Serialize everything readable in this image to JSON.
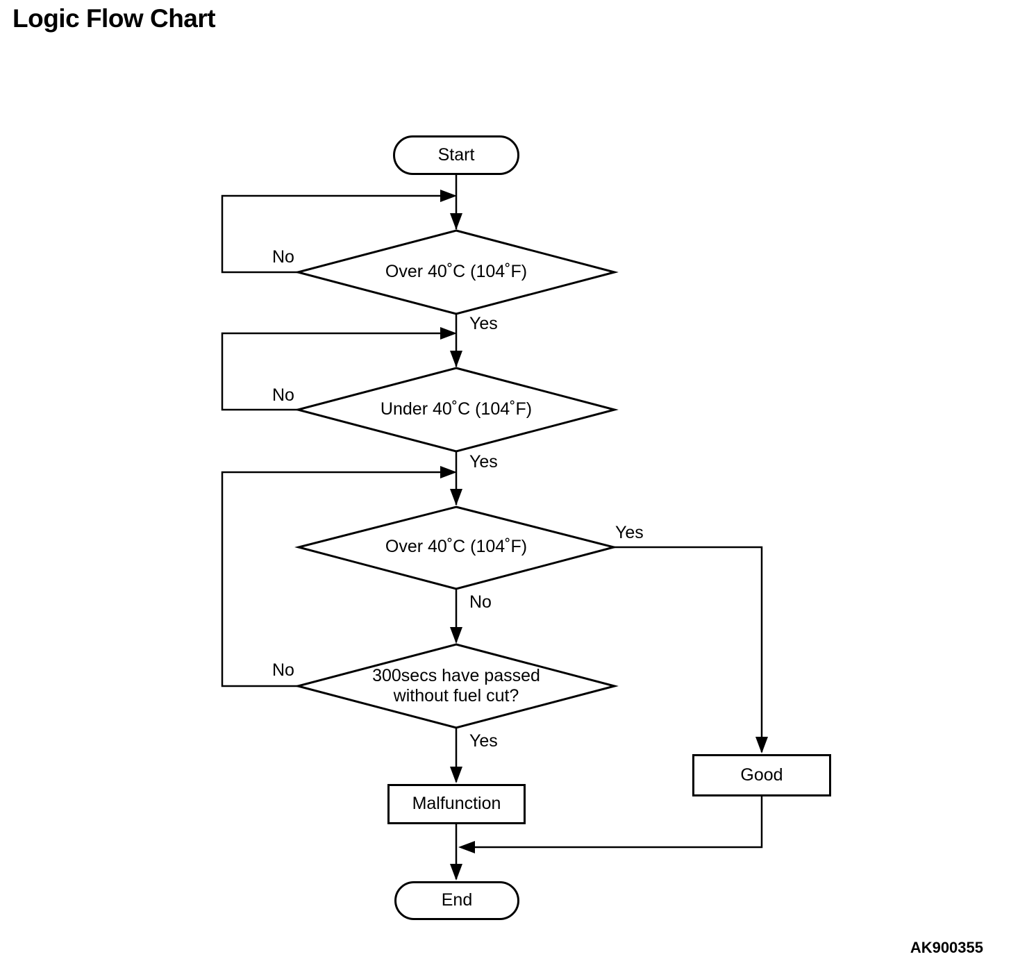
{
  "page": {
    "title": "Logic Flow Chart",
    "figure_code": "AK900355",
    "colors": {
      "background": "#ffffff",
      "line": "#000000",
      "text": "#000000"
    }
  },
  "flowchart": {
    "nodes": {
      "start": {
        "type": "terminator",
        "label": "Start"
      },
      "decision_warmup": {
        "type": "decision",
        "label": "Over 40˚C (104˚F)"
      },
      "decision_cooldown": {
        "type": "decision",
        "label": "Under 40˚C (104˚F)"
      },
      "decision_recheck": {
        "type": "decision",
        "label": "Over 40˚C (104˚F)"
      },
      "decision_timer": {
        "type": "decision",
        "label_line1": "300secs have passed",
        "label_line2": "without fuel cut?"
      },
      "malfunction": {
        "type": "process",
        "label": "Malfunction"
      },
      "good": {
        "type": "process",
        "label": "Good"
      },
      "end": {
        "type": "terminator",
        "label": "End"
      }
    },
    "edge_labels": {
      "decision_warmup_no": "No",
      "decision_warmup_yes": "Yes",
      "decision_cooldown_no": "No",
      "decision_cooldown_yes": "Yes",
      "decision_recheck_yes": "Yes",
      "decision_recheck_no": "No",
      "decision_timer_no": "No",
      "decision_timer_yes": "Yes"
    }
  }
}
